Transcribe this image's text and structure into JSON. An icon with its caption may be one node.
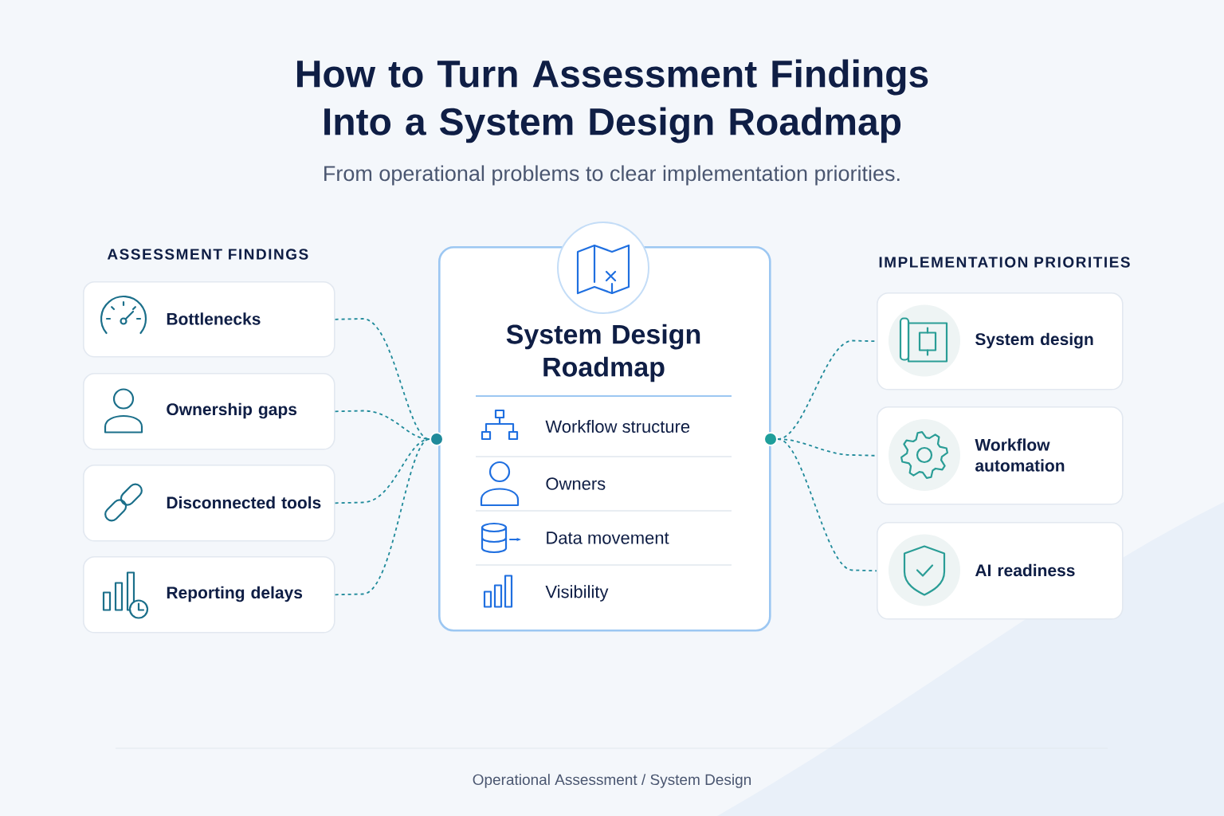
{
  "diagram": {
    "title": "How to Turn Assessment Findings Into a System Design Roadmap",
    "nodes": [
      {
        "text": [
          "Bottlenecks"
        ]
      },
      {
        "text": [
          "Ownership gaps"
        ]
      },
      {
        "text": [
          "Disconnected tools"
        ]
      },
      {
        "text": [
          "Reporting delays"
        ]
      },
      {
        "text": [],
        "shape": "circle"
      },
      {
        "text": [
          "System Design Roadmap"
        ]
      },
      {
        "text": [
          "Workflow structure"
        ],
        "in": 5
      },
      {
        "text": [
          "Owners"
        ],
        "in": 5
      },
      {
        "text": [
          "Data movement"
        ],
        "in": 5
      },
      {
        "text": [
          "Visibility"
        ],
        "in": 5
      },
      {
        "text": [],
        "shape": "circle"
      },
      {
        "text": [
          "System design"
        ]
      },
      {
        "text": [
          "Workflow automation"
        ]
      },
      {
        "text": [
          "AI readiness"
        ]
      }
    ],
    "edges": [
      {
        "from": 0,
        "to": 4,
        "arrow": "none",
        "style": "dashed"
      },
      {
        "from": 1,
        "to": 4,
        "arrow": "none",
        "style": "dashed"
      },
      {
        "from": 2,
        "to": 4,
        "arrow": "none",
        "style": "dashed"
      },
      {
        "from": 3,
        "to": 4,
        "arrow": "none",
        "style": "dashed"
      },
      {
        "from": 10,
        "to": 11,
        "arrow": "none",
        "style": "dashed"
      },
      {
        "from": 10,
        "to": 12,
        "arrow": "none",
        "style": "dashed"
      },
      {
        "from": 10,
        "to": 13,
        "arrow": "none",
        "style": "dashed"
      }
    ],
    "labels": [
      "From operational problems to clear implementation priorities.",
      "ASSESSMENT FINDINGS",
      "IMPLEMENTATION PRIORITIES",
      "Operational Assessment / System Design"
    ]
  }
}
